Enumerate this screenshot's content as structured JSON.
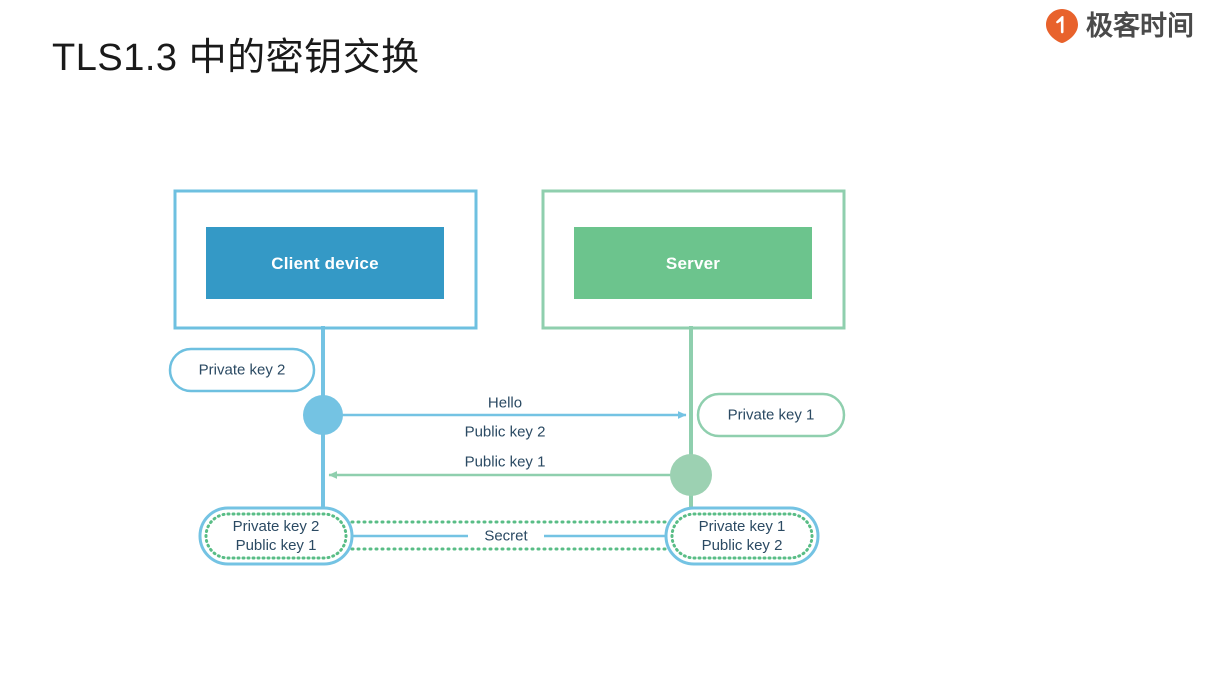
{
  "header": {
    "title": "TLS1.3 中的密钥交换",
    "brand_name": "极客时间",
    "brand_icon": "geektime-logo-icon"
  },
  "colors": {
    "blue_fill": "#3499c6",
    "blue_line": "#6ec0e0",
    "blue_accent": "#74c3e3",
    "green_fill": "#6cc48d",
    "green_line": "#8fcfae",
    "green_dot": "#59bd86",
    "text": "#2b4a63",
    "brand_orange": "#e8622c",
    "brand_text": "#4a4a4a",
    "background": "#ffffff"
  },
  "diagram": {
    "type": "sequence-diagram",
    "title": "TLS1.3 key exchange",
    "nodes": [
      {
        "id": "client",
        "label": "Client device",
        "side": "left",
        "color": "#3499c6"
      },
      {
        "id": "server",
        "label": "Server",
        "side": "right",
        "color": "#6cc48d"
      }
    ],
    "pills": [
      {
        "id": "client-private-key",
        "lines": [
          "Private key 2"
        ],
        "side": "left",
        "style": "blue-outline"
      },
      {
        "id": "server-private-key",
        "lines": [
          "Private key 1"
        ],
        "side": "right",
        "style": "green-outline"
      },
      {
        "id": "client-keypair",
        "lines": [
          "Private key 2",
          "Public key 1"
        ],
        "side": "left",
        "style": "blue-green-dashed"
      },
      {
        "id": "server-keypair",
        "lines": [
          "Private key 1",
          "Public key 2"
        ],
        "side": "right",
        "style": "blue-green-dashed"
      }
    ],
    "messages": [
      {
        "id": "hello",
        "label": "Hello",
        "direction": "client-to-server",
        "color": "#74c3e3"
      },
      {
        "id": "public-key-2",
        "label": "Public key 2",
        "direction": "client-to-server",
        "color": "#74c3e3"
      },
      {
        "id": "public-key-1",
        "label": "Public key 1",
        "direction": "server-to-client",
        "color": "#8fcfae"
      }
    ],
    "shared": {
      "id": "secret",
      "label": "Secret"
    }
  }
}
